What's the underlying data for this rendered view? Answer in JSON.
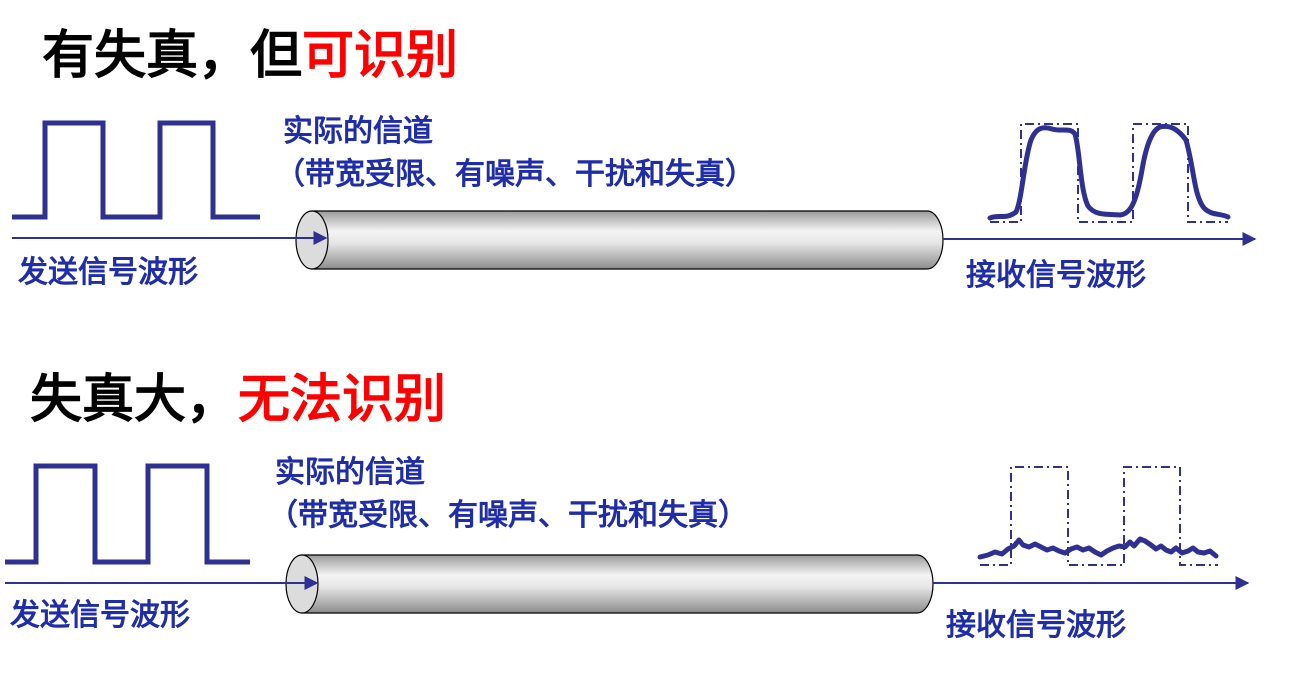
{
  "colors": {
    "signal": "#2e3192",
    "label": "#1f2ea8",
    "highlight": "#ff0000",
    "title": "#000000",
    "cable_light": "#f2f2f2",
    "cable_dark": "#8c8c8c"
  },
  "scenarios": [
    {
      "title_prefix": "有失真，但",
      "title_highlight": "可识别",
      "channel_line1": "实际的信道",
      "channel_line2": "（带宽受限、有噪声、干扰和失真）",
      "send_label": "发送信号波形",
      "recv_label": "接收信号波形",
      "recognizable": true
    },
    {
      "title_prefix": "失真大，",
      "title_highlight": "无法识别",
      "channel_line1": "实际的信道",
      "channel_line2": "（带宽受限、有噪声、干扰和失真）",
      "send_label": "发送信号波形",
      "recv_label": "接收信号波形",
      "recognizable": false
    }
  ]
}
